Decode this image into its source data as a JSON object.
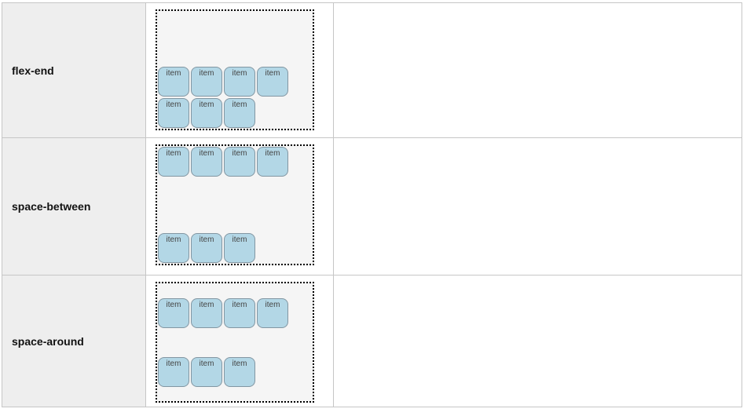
{
  "table": {
    "rows": [
      {
        "label": "flex-end",
        "align_content": "flex-end",
        "items": [
          "item",
          "item",
          "item",
          "item",
          "item",
          "item",
          "item"
        ]
      },
      {
        "label": "space-between",
        "align_content": "space-between",
        "items": [
          "item",
          "item",
          "item",
          "item",
          "item",
          "item",
          "item"
        ]
      },
      {
        "label": "space-around",
        "align_content": "space-around",
        "items": [
          "item",
          "item",
          "item",
          "item",
          "item",
          "item",
          "item"
        ]
      }
    ]
  },
  "colors": {
    "label_cell_bg": "#eeeeee",
    "label_text": "#111111",
    "cell_border": "#c6c6c6",
    "demo_bg": "#f5f5f5",
    "demo_border": "#000000",
    "item_bg": "#b3d7e6",
    "item_border": "#8296a2",
    "item_text": "#444444"
  }
}
